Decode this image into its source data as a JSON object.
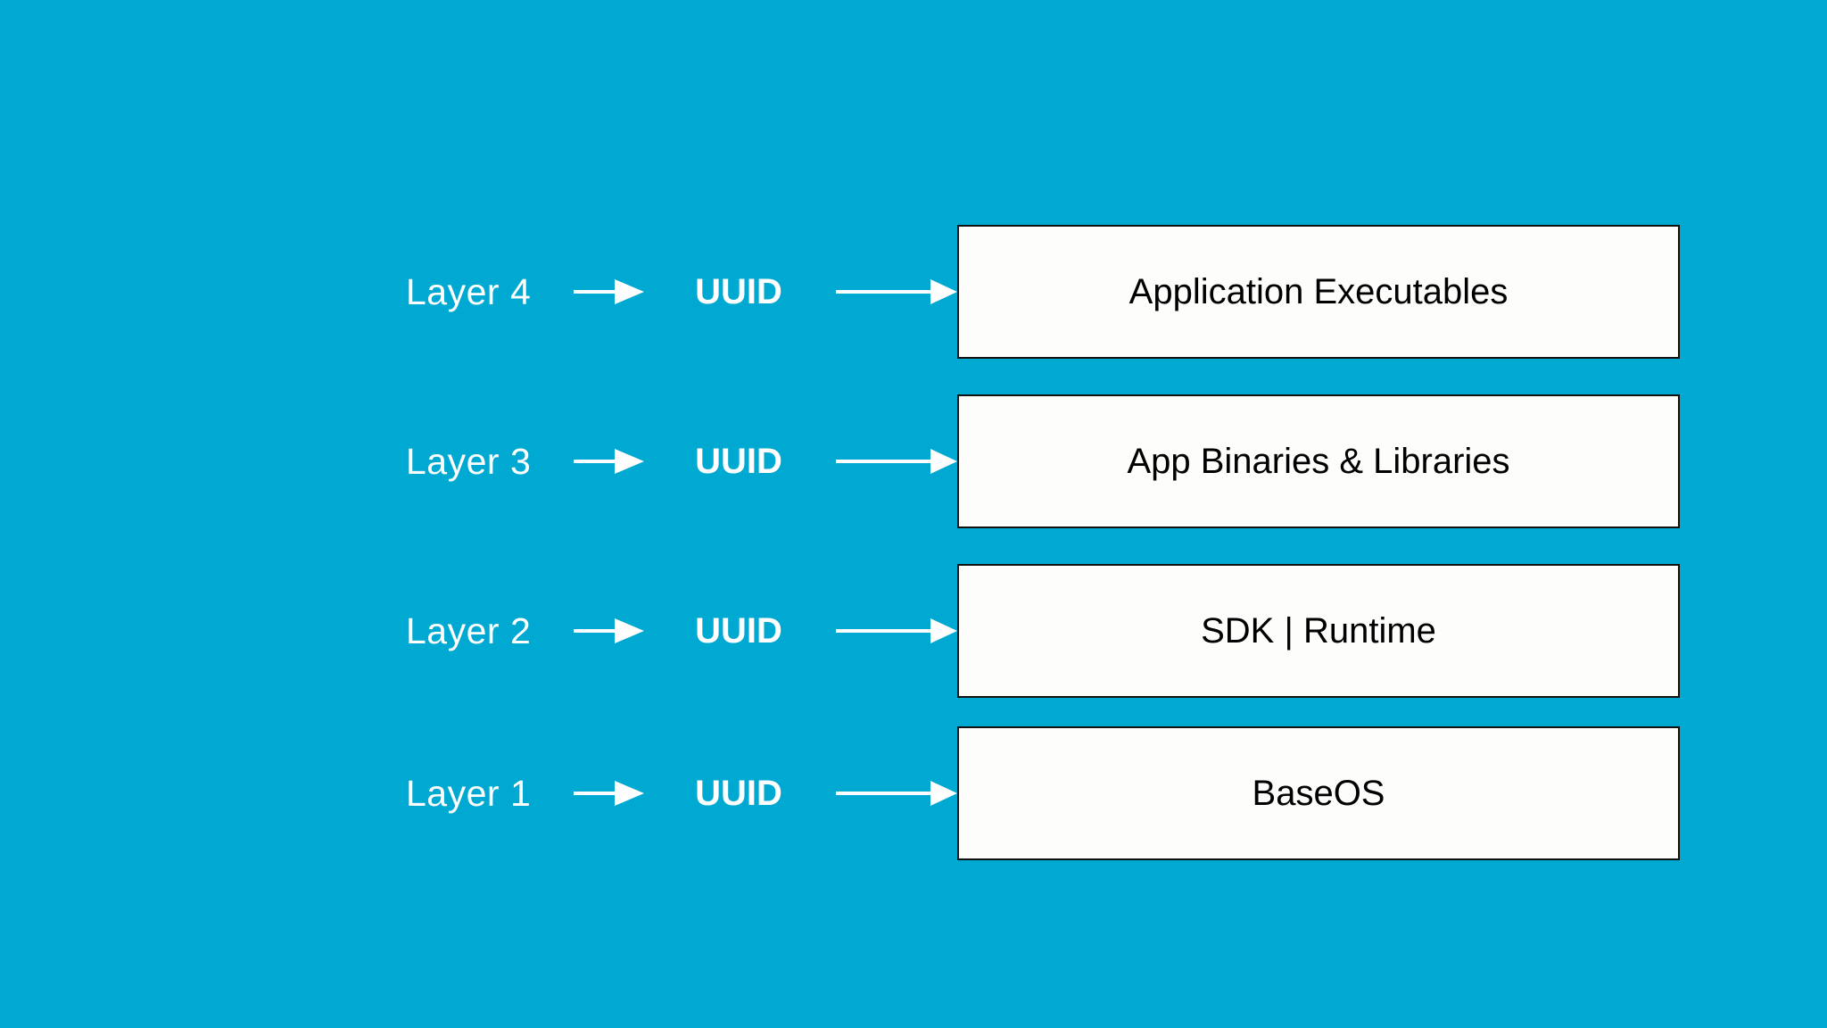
{
  "diagram": {
    "description": "Container image layer stack diagram: each layer has a UUID pointing to its content box",
    "colors": {
      "background": "#00A9D2",
      "box_fill": "#FDFEFB",
      "box_border": "#111111",
      "label_text": "#FFFFFF",
      "box_text": "#000000",
      "arrow": "#FFFFFF"
    },
    "rows": [
      {
        "layer_label": "Layer 4",
        "uuid_label": "UUID",
        "box_label": "Application Executables"
      },
      {
        "layer_label": "Layer 3",
        "uuid_label": "UUID",
        "box_label": "App Binaries & Libraries"
      },
      {
        "layer_label": "Layer 2",
        "uuid_label": "UUID",
        "box_label": "SDK | Runtime"
      },
      {
        "layer_label": "Layer 1",
        "uuid_label": "UUID",
        "box_label": "BaseOS"
      }
    ]
  }
}
